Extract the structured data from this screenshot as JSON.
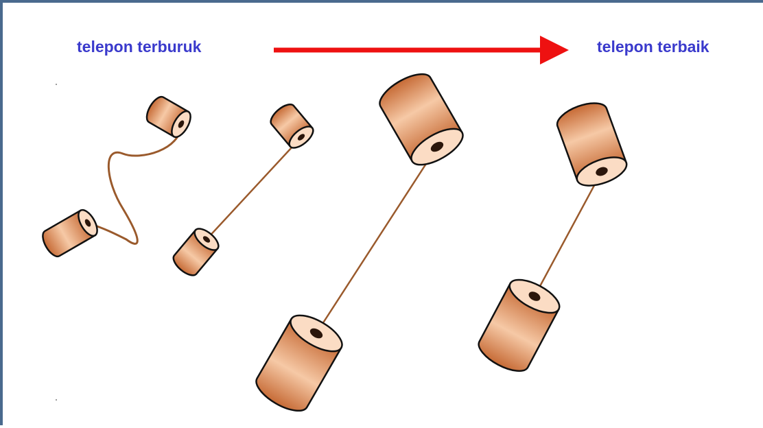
{
  "labels": {
    "worst": "telepon terburuk",
    "best": "telepon terbaik"
  },
  "colors": {
    "label_text": "#3a3acc",
    "arrow": "#ee1111",
    "string": "#9a5a2c",
    "can_dark": "#c66a35",
    "can_light": "#f6c9a6",
    "can_face": "#fbdcc4",
    "frame_border": "#4a6a8e"
  },
  "arrow_direction": "left-to-right",
  "phones": [
    {
      "name": "phone-1",
      "string_type": "loose-wavy",
      "can_size": "small"
    },
    {
      "name": "phone-2",
      "string_type": "taut-straight",
      "can_size": "small"
    },
    {
      "name": "phone-3",
      "string_type": "taut-straight",
      "can_size": "large"
    },
    {
      "name": "phone-4",
      "string_type": "taut-straight-short",
      "can_size": "large"
    }
  ]
}
